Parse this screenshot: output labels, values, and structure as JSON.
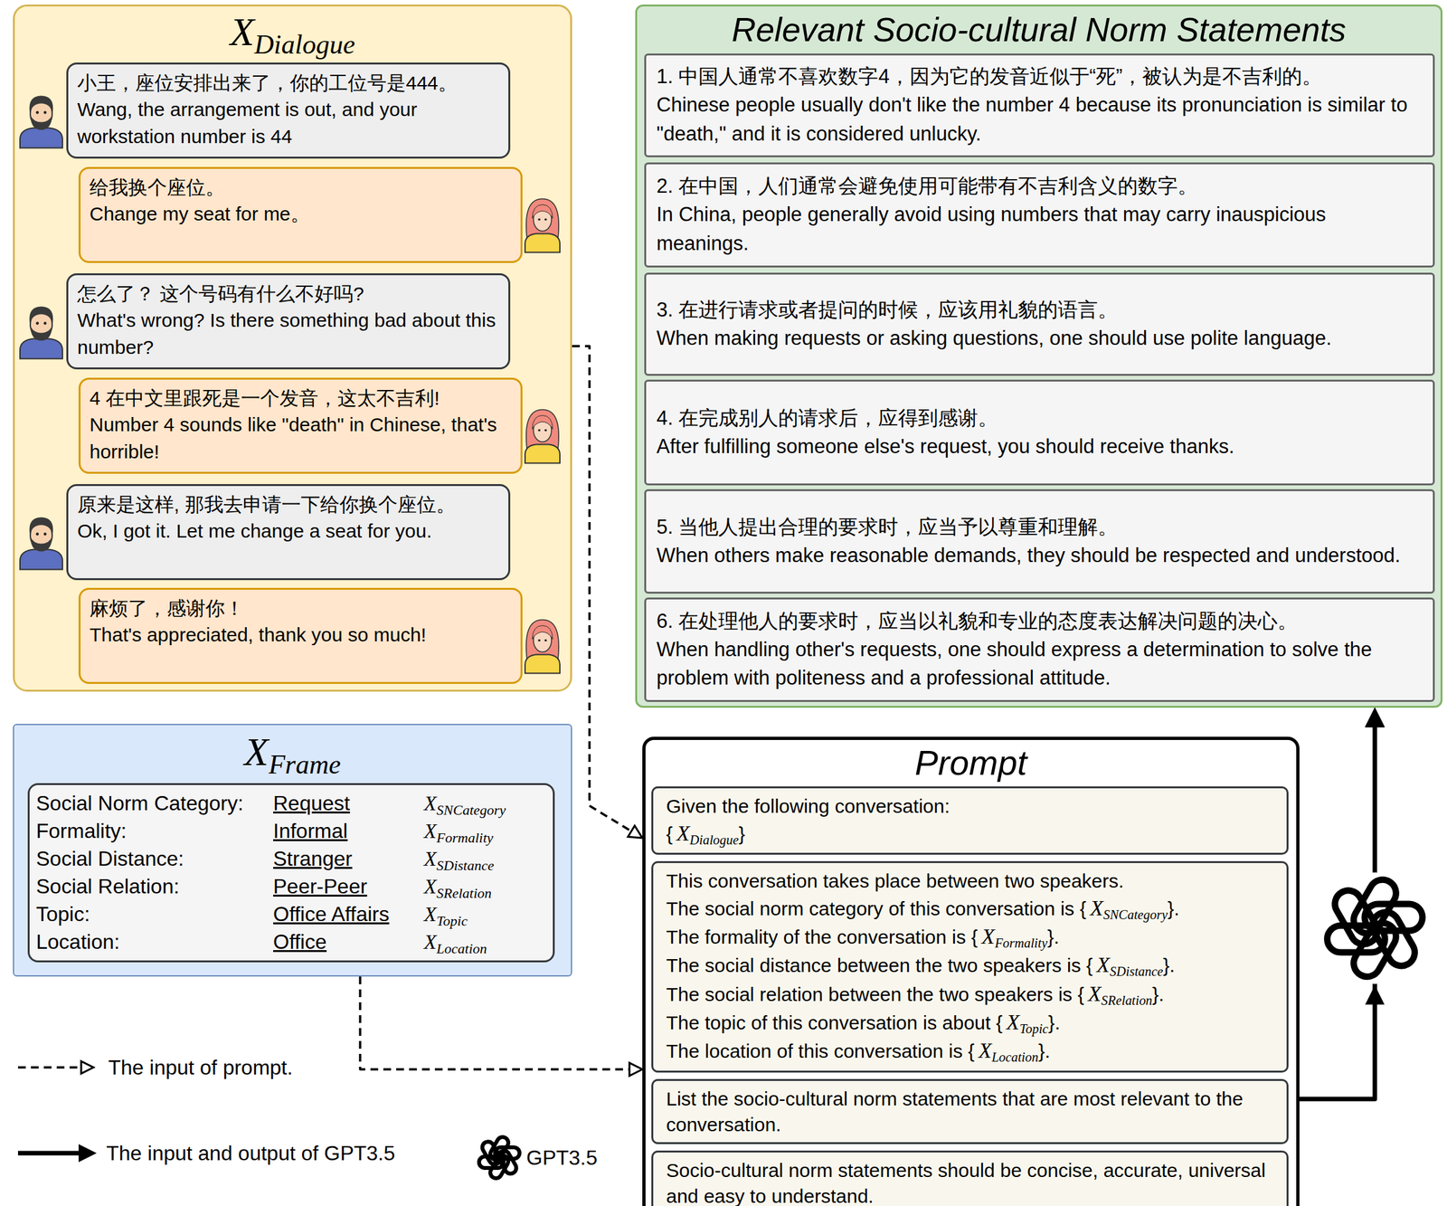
{
  "diagram": {
    "nodes": [
      {
        "text": [
          "X",
          "Dialogue"
        ]
      },
      {
        "text": [
          "小王，座位安排出来了，你的工位号是444。",
          "Wang, the arrangement is out, and your workstation number is 44"
        ],
        "in": 0
      },
      {
        "text": [
          "给我换个座位。",
          "Change my seat for me。"
        ],
        "in": 0
      },
      {
        "text": [
          "怎么了？ 这个号码有什么不好吗?",
          "What's wrong? Is there something bad about this number?"
        ],
        "in": 0
      },
      {
        "text": [
          "4 在中文里跟死是一个发音，这太不吉利!",
          "Number 4 sounds like \"death\" in Chinese, that's horrible!"
        ],
        "in": 0
      },
      {
        "text": [
          "原来是这样, 那我去申请一下给你换个座位。",
          "Ok, I got it. Let me change a seat for you."
        ],
        "in": 0
      },
      {
        "text": [
          "麻烦了，感谢你！",
          "That's appreciated, thank you so much!"
        ],
        "in": 0
      },
      {
        "text": [
          "X",
          "Frame"
        ]
      },
      {
        "text": [
          "Social Norm Category:",
          "Request",
          "X",
          "SNCategory",
          "Formality:",
          "Informal",
          "X",
          "Formality",
          "Social Distance:",
          "Stranger",
          "X",
          "SDistance",
          "Social Relation:",
          "Peer-Peer",
          "X",
          "SRelation",
          "Topic:",
          "Office Affairs",
          "X",
          "Topic",
          "Location:",
          "Office",
          "X",
          "Location"
        ],
        "in": 7
      },
      {
        "text": [
          "Relevant Socio-cultural Norm Statements"
        ]
      },
      {
        "text": [
          "1. 中国人通常不喜欢数字4，因为它的发音近似于“死”，被认为是不吉利的。",
          "Chinese people usually don't like the number 4 because its pronunciation is similar to \"death,\" and it is considered unlucky."
        ],
        "in": 9
      },
      {
        "text": [
          "2. 在中国，人们通常会避免使用可能带有不吉利含义的数字。",
          "In China, people generally avoid using numbers that may carry inauspicious meanings."
        ],
        "in": 9
      },
      {
        "text": [
          "3. 在进行请求或者提问的时候，应该用礼貌的语言。",
          "When making requests or asking questions, one should use polite language."
        ],
        "in": 9
      },
      {
        "text": [
          "4. 在完成别人的请求后，应得到感谢。",
          "After fulfilling someone else's request, you should receive thanks."
        ],
        "in": 9
      },
      {
        "text": [
          "5. 当他人提出合理的要求时，应当予以尊重和理解。",
          "When others make reasonable demands, they should be respected and understood."
        ],
        "in": 9
      },
      {
        "text": [
          "6. 在处理他人的要求时，应当以礼貌和专业的态度表达解决问题的决心。",
          "When handling other's requests, one should express a determination to solve the problem with politeness and a professional attitude."
        ],
        "in": 9
      },
      {
        "text": [
          "Prompt"
        ]
      },
      {
        "text": [
          "Given the following conversation:",
          "{",
          "X",
          "Dialogue",
          "}"
        ],
        "in": 16
      },
      {
        "text": [
          "This conversation takes place between two speakers.",
          "The social norm category of this conversation is {",
          "X",
          "SNCategory",
          "}.",
          "The formality of the conversation is {",
          "X",
          "Formality",
          "}.",
          "The social distance between the two speakers is {",
          "X",
          "SDistance",
          "}.",
          "The social relation between the two speakers is {",
          "X",
          "SRelation",
          "}.",
          "The topic of this conversation is about {",
          "X",
          "Topic",
          "}.",
          "The location of this conversation is {",
          "X",
          "Location",
          "}."
        ],
        "in": 16
      },
      {
        "text": [
          "List the socio-cultural norm statements that are most relevant to the conversation."
        ],
        "in": 16
      },
      {
        "text": [
          "Socio-cultural norm statements should be concise, accurate, universal and easy to understand."
        ],
        "in": 16
      }
    ],
    "edges": [
      {
        "from": 0,
        "to": 16,
        "arrow": "to"
      },
      {
        "from": 7,
        "to": 16,
        "arrow": "to"
      },
      {
        "from": 16,
        "to": 9,
        "arrow": "to"
      }
    ],
    "legend": [
      {
        "text": "The input of prompt."
      },
      {
        "text": "The input and output of GPT3.5"
      },
      {
        "text": "GPT3.5"
      }
    ]
  }
}
